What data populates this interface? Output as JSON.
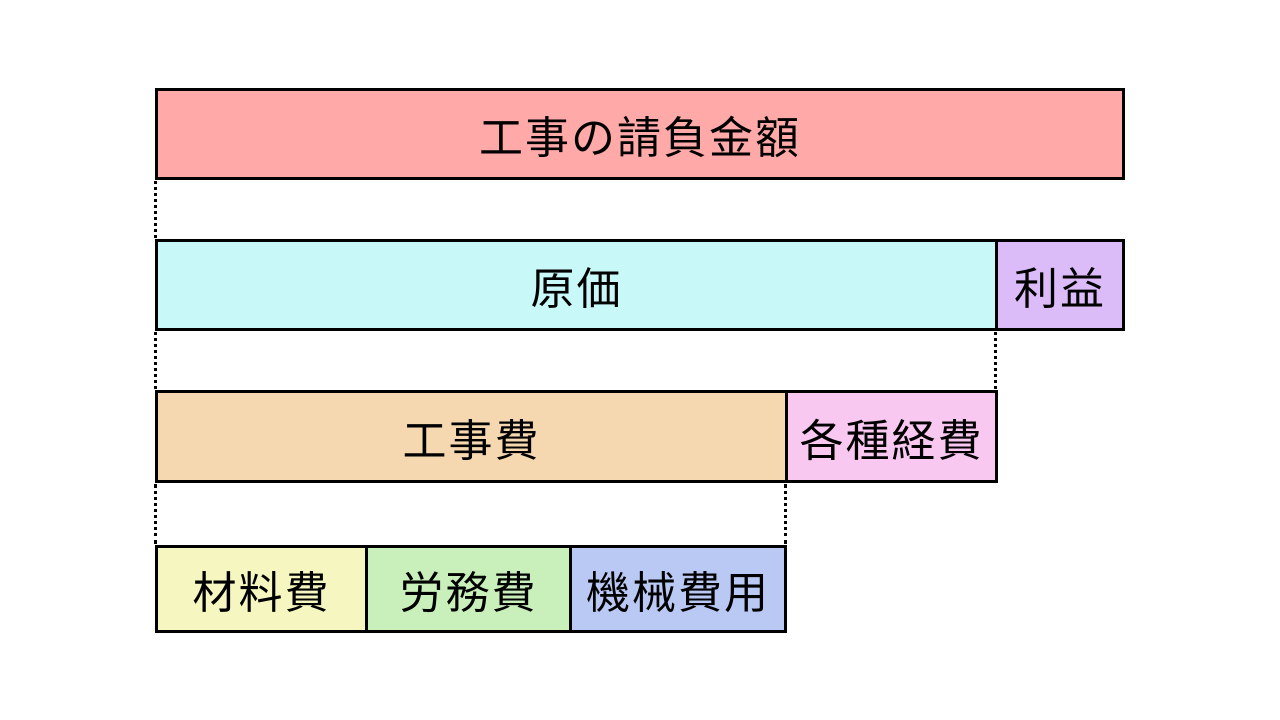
{
  "segments": {
    "contract": {
      "label": "工事の請負金額",
      "color": "#ffa9a9"
    },
    "cost": {
      "label": "原価",
      "color": "#c9f8f8"
    },
    "profit": {
      "label": "利益",
      "color": "#dcbcf8"
    },
    "construction": {
      "label": "工事費",
      "color": "#f6d8b0"
    },
    "expenses": {
      "label": "各種経費",
      "color": "#f8c8f0"
    },
    "materials": {
      "label": "材料費",
      "color": "#f6f6c0"
    },
    "labor": {
      "label": "労務費",
      "color": "#c9f0ba"
    },
    "machine": {
      "label": "機械費用",
      "color": "#b9c9f4"
    }
  },
  "style": {
    "border_color": "#000000",
    "background": "#ffffff",
    "connector_style": "dotted"
  }
}
